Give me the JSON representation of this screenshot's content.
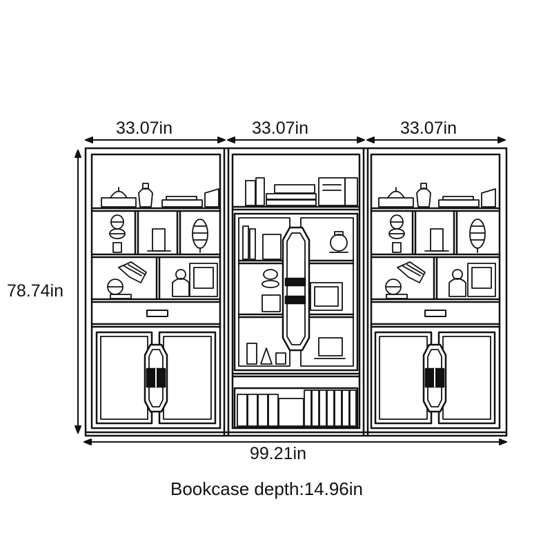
{
  "dimensions": {
    "section_widths": [
      "33.07in",
      "33.07in",
      "33.07in"
    ],
    "height": "78.74in",
    "total_width": "99.21in",
    "depth_caption": "Bookcase depth:14.96in"
  },
  "colors": {
    "line": "#111111",
    "background": "#ffffff"
  }
}
